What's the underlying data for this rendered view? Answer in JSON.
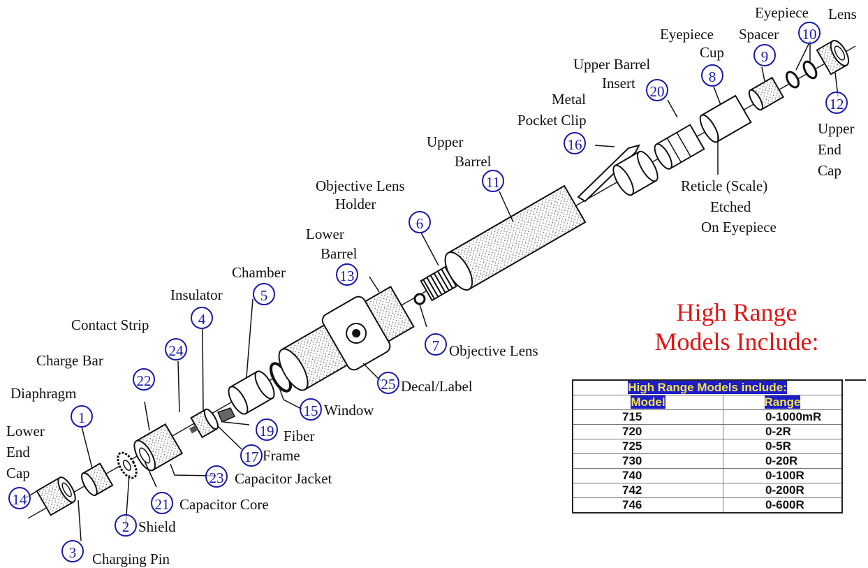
{
  "heading": {
    "line1": "High Range",
    "line2": "Models Include:",
    "color": "#e01515"
  },
  "parts": [
    {
      "num": "1",
      "name": "Diaphragm"
    },
    {
      "num": "2",
      "name": "Shield"
    },
    {
      "num": "3",
      "name": "Charging Pin"
    },
    {
      "num": "4",
      "name": "Insulator"
    },
    {
      "num": "5",
      "name": "Chamber"
    },
    {
      "num": "6",
      "name_line1": "Objective Lens",
      "name_line2": "Holder"
    },
    {
      "num": "7",
      "name": "Objective Lens"
    },
    {
      "num": "8",
      "name_line1": "Eyepiece",
      "name_line2": "Cup"
    },
    {
      "num": "9",
      "name_line1": "Eyepiece",
      "name_line2": "Spacer"
    },
    {
      "num": "10",
      "name": "Lens"
    },
    {
      "num": "11",
      "name_line1": "Upper",
      "name_line2": "Barrel"
    },
    {
      "num": "12",
      "name_line1": "Upper",
      "name_line2": "End",
      "name_line3": "Cap"
    },
    {
      "num": "13",
      "name_line1": "Lower",
      "name_line2": "Barrel"
    },
    {
      "num": "14",
      "name_line1": "Lower",
      "name_line2": "End",
      "name_line3": "Cap"
    },
    {
      "num": "15",
      "name": "Window"
    },
    {
      "num": "16",
      "name_line1": "Metal",
      "name_line2": "Pocket Clip"
    },
    {
      "num": "17",
      "name": "Frame"
    },
    {
      "num": "19",
      "name": "Fiber"
    },
    {
      "num": "20",
      "name_line1": "Upper Barrel",
      "name_line2": "Insert"
    },
    {
      "num": "21",
      "name": "Capacitor Core"
    },
    {
      "num": "22",
      "name": "Charge Bar"
    },
    {
      "num": "23",
      "name": "Capacitor Jacket"
    },
    {
      "num": "24",
      "name": "Contact Strip"
    },
    {
      "num": "25",
      "name": "Decal/Label"
    }
  ],
  "reticle": {
    "line1": "Reticle (Scale)",
    "line2": "Etched",
    "line3": "On Eyepiece"
  },
  "table": {
    "title": "High Range Models include:",
    "col_model": "Model",
    "col_range": "Range",
    "rows": [
      {
        "model": "715",
        "range": "0-1000mR"
      },
      {
        "model": "720",
        "range": "0-2R"
      },
      {
        "model": "725",
        "range": "0-5R"
      },
      {
        "model": "730",
        "range": "0-20R"
      },
      {
        "model": "740",
        "range": "0-100R"
      },
      {
        "model": "742",
        "range": "0-200R"
      },
      {
        "model": "746",
        "range": "0-600R"
      }
    ],
    "highlight_bg": "#1d1dc7",
    "highlight_fg": "#f3e34b"
  },
  "colors": {
    "callout": "#1a1aa8",
    "heading": "#e01515"
  }
}
